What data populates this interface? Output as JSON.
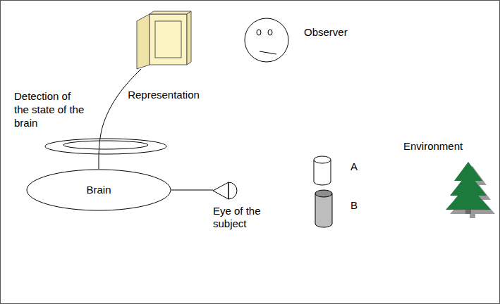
{
  "diagram": {
    "nodes": [
      {
        "text": [
          "Brain"
        ]
      },
      {
        "text": [
          "Representation"
        ]
      },
      {
        "text": [
          "Eye of the subject"
        ]
      }
    ],
    "edges": [
      {
        "from": 0,
        "to": 1,
        "arrow": "none"
      },
      {
        "from": 0,
        "to": 2,
        "arrow": "none"
      }
    ],
    "labels": [
      "Detection of the state of the brain",
      "Observer",
      "A",
      "B",
      "Environment"
    ]
  }
}
